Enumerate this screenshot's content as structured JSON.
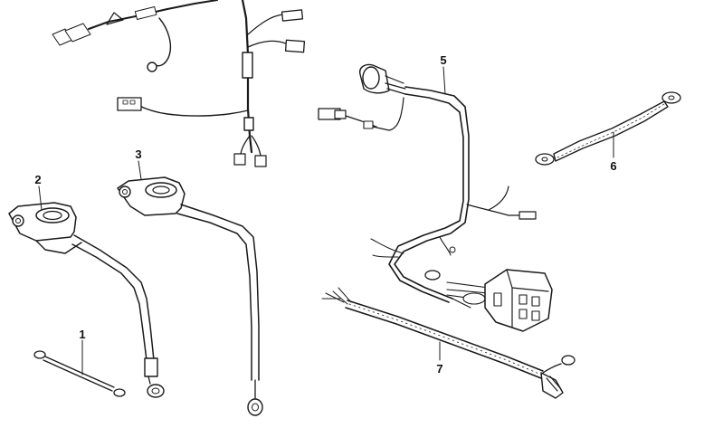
{
  "callouts": [
    {
      "id": "1",
      "label": "1"
    },
    {
      "id": "2",
      "label": "2"
    },
    {
      "id": "3",
      "label": "3"
    },
    {
      "id": "5",
      "label": "5"
    },
    {
      "id": "6",
      "label": "6"
    },
    {
      "id": "7",
      "label": "7"
    }
  ],
  "colors": {
    "line": "#1a1a1a",
    "background": "#ffffff"
  }
}
